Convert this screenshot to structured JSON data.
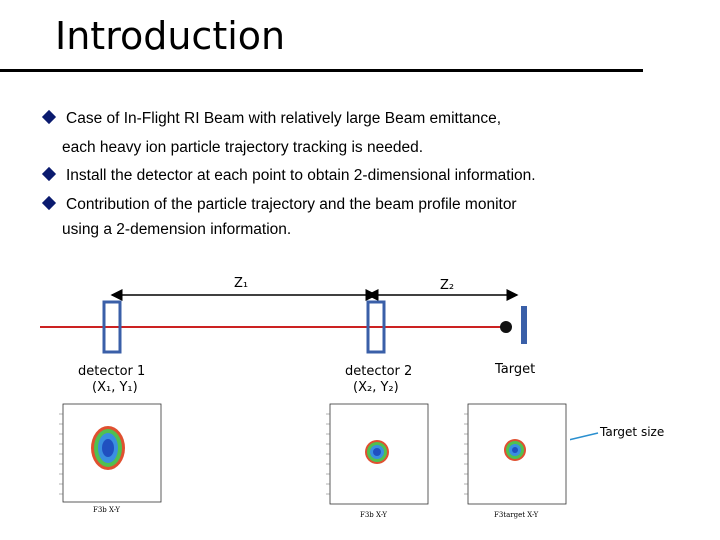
{
  "slide": {
    "title": "Introduction",
    "bullets": [
      {
        "text": "Case of In-Flight RI Beam with relatively large Beam emittance,",
        "continuation": "each heavy ion particle trajectory tracking is needed."
      },
      {
        "text": "Install the detector at each point to obtain 2-dimensional information.",
        "continuation": ""
      },
      {
        "text": "Contribution of the particle trajectory and the beam profile monitor",
        "continuation": "using a 2-demension information."
      }
    ]
  },
  "diagram": {
    "z1": "Z₁",
    "z2": "Z₂",
    "detector1": {
      "name": "detector 1",
      "coords": "(X₁, Y₁)"
    },
    "detector2": {
      "name": "detector 2",
      "coords": "(X₂, Y₂)"
    },
    "target": "Target",
    "target_size": "Target size",
    "colors": {
      "beam": "#cc2222",
      "detector": "#3a5fa8",
      "target": "#3a5fa8",
      "annot_arrow": "#2a8fcf"
    }
  },
  "histograms": [
    {
      "caption": "F3b X-Y"
    },
    {
      "caption": "F3b X-Y"
    },
    {
      "caption": "F3target X-Y"
    }
  ]
}
